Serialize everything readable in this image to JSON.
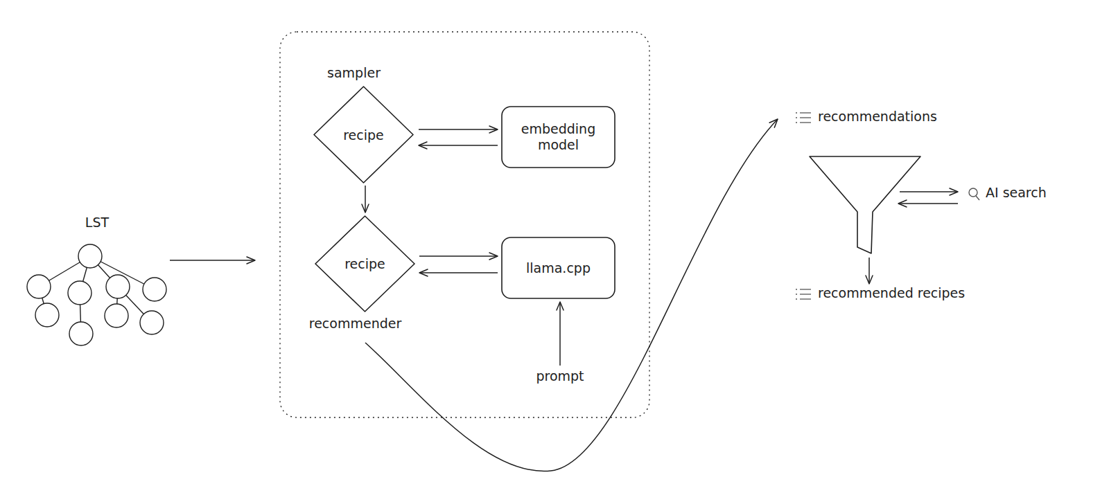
{
  "diagram": {
    "nodes": [
      {
        "text": [
          "LST"
        ]
      },
      {
        "text": []
      },
      {
        "text": [
          "sampler",
          "recipe"
        ],
        "in": 1
      },
      {
        "text": [
          "embedding model"
        ],
        "in": 1
      },
      {
        "text": [
          "recipe",
          "recommender"
        ],
        "in": 1
      },
      {
        "text": [
          "llama.cpp"
        ],
        "in": 1
      }
    ],
    "edges": [
      {
        "from": 0,
        "to": 1,
        "arrow": "to"
      },
      {
        "from": 2,
        "to": 3,
        "arrow": "to"
      },
      {
        "from": 3,
        "to": 2,
        "arrow": "to"
      },
      {
        "from": 2,
        "to": 4,
        "arrow": "to"
      },
      {
        "from": 4,
        "to": 5,
        "arrow": "to"
      },
      {
        "from": 5,
        "to": 4,
        "arrow": "to"
      }
    ],
    "labels": [
      "prompt",
      "recommendations",
      "AI search",
      "recommended recipes"
    ]
  }
}
